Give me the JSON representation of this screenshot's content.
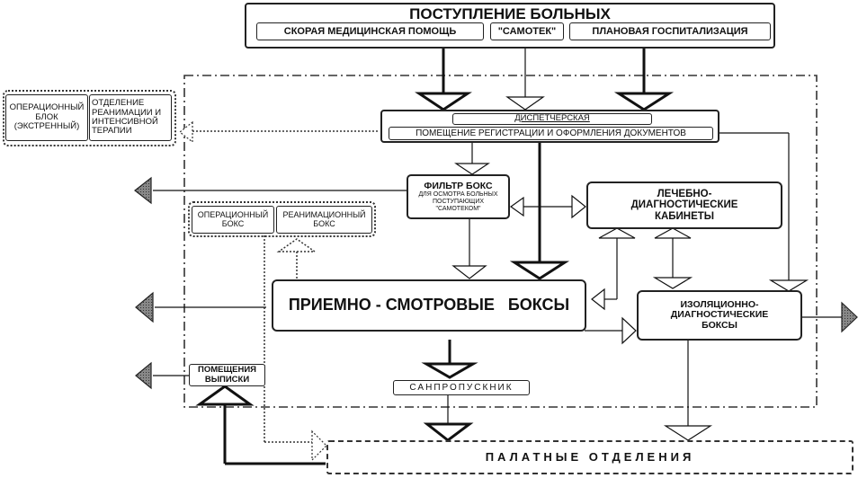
{
  "diagram": {
    "title": "ПОСТУПЛЕНИЕ БОЛЬНЫХ",
    "sources": [
      {
        "id": "ambulance",
        "label": "СКОРАЯ МЕДИЦИНСКАЯ ПОМОЩЬ"
      },
      {
        "id": "self-referral",
        "label": "\"САМОТЕК\""
      },
      {
        "id": "planned",
        "label": "ПЛАНОВАЯ ГОСПИТАЛИЗАЦИЯ"
      }
    ],
    "external_group": {
      "operating_block": "ОПЕРАЦИОННЫЙ БЛОК (ЭКСТРЕННЫЙ)",
      "icu": "ОТДЕЛЕНИЕ РЕАНИМАЦИИ И ИНТЕНСИВНОЙ ТЕРАПИИ"
    },
    "reception": {
      "dispatcher": "ДИСПЕТЧЕРСКАЯ",
      "registration": "ПОМЕЩЕНИЕ РЕГИСТРАЦИИ И ОФОРМЛЕНИЯ ДОКУМЕНТОВ"
    },
    "filter_box": {
      "title": "ФИЛЬТР БОКС",
      "subtitle": "ДЛЯ ОСМОТРА БОЛЬНЫХ ПОСТУПАЮЩИХ \"САМОТЕКОМ\""
    },
    "diagnostic_rooms": "ЛЕЧЕБНО-ДИАГНОСТИЧЕСКИЕ КАБИНЕТЫ",
    "inner_group": {
      "operating_box": "ОПЕРАЦИОННЫЙ БОКС",
      "resuscitation_box": "РЕАНИМАЦИОННЫЙ БОКС"
    },
    "exam_boxes": "ПРИЕМНО - СМОТРОВЫЕ   БОКСЫ",
    "isolation_boxes": "ИЗОЛЯЦИОННО-ДИАГНОСТИЧЕСКИЕ БОКСЫ",
    "discharge_rooms": "ПОМЕЩЕНИЯ ВЫПИСКИ",
    "sanitary": "САНПРОПУСКНИК",
    "wards": "ПАЛАТНЫЕ ОТДЕЛЕНИЯ"
  }
}
